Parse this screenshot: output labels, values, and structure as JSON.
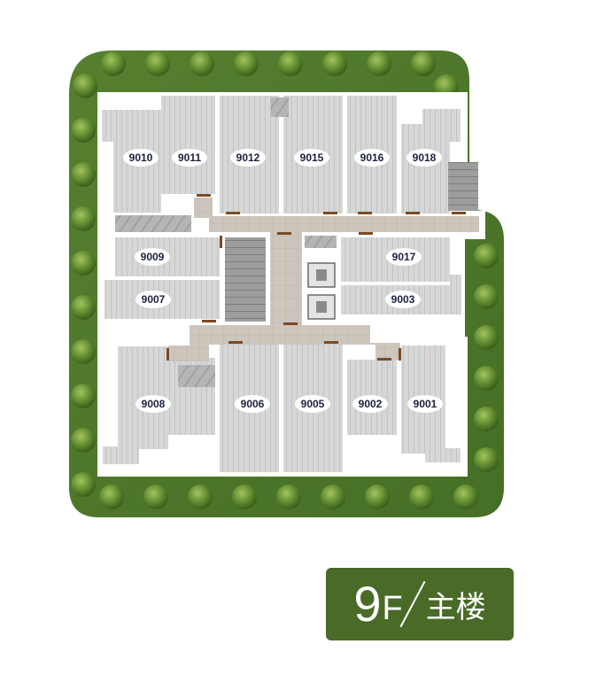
{
  "badge": {
    "floor_number": "9",
    "floor_letter": "F",
    "building": "主楼"
  },
  "units": {
    "u9010": "9010",
    "u9011": "9011",
    "u9012": "9012",
    "u9015": "9015",
    "u9016": "9016",
    "u9018": "9018",
    "u9009": "9009",
    "u9017": "9017",
    "u9007": "9007",
    "u9003": "9003",
    "u9008": "9008",
    "u9006": "9006",
    "u9005": "9005",
    "u9002": "9002",
    "u9001": "9001"
  },
  "colors": {
    "lawn": "#4e7a2c",
    "lawn_dark": "#3e6620",
    "tree": "#6f9a3a",
    "floor": "#d8d9d9",
    "wall": "#ffffff",
    "corridor": "#cbc5bd",
    "door": "#7a4a24",
    "badge": "#4a6a28",
    "label": "#1c2140"
  }
}
